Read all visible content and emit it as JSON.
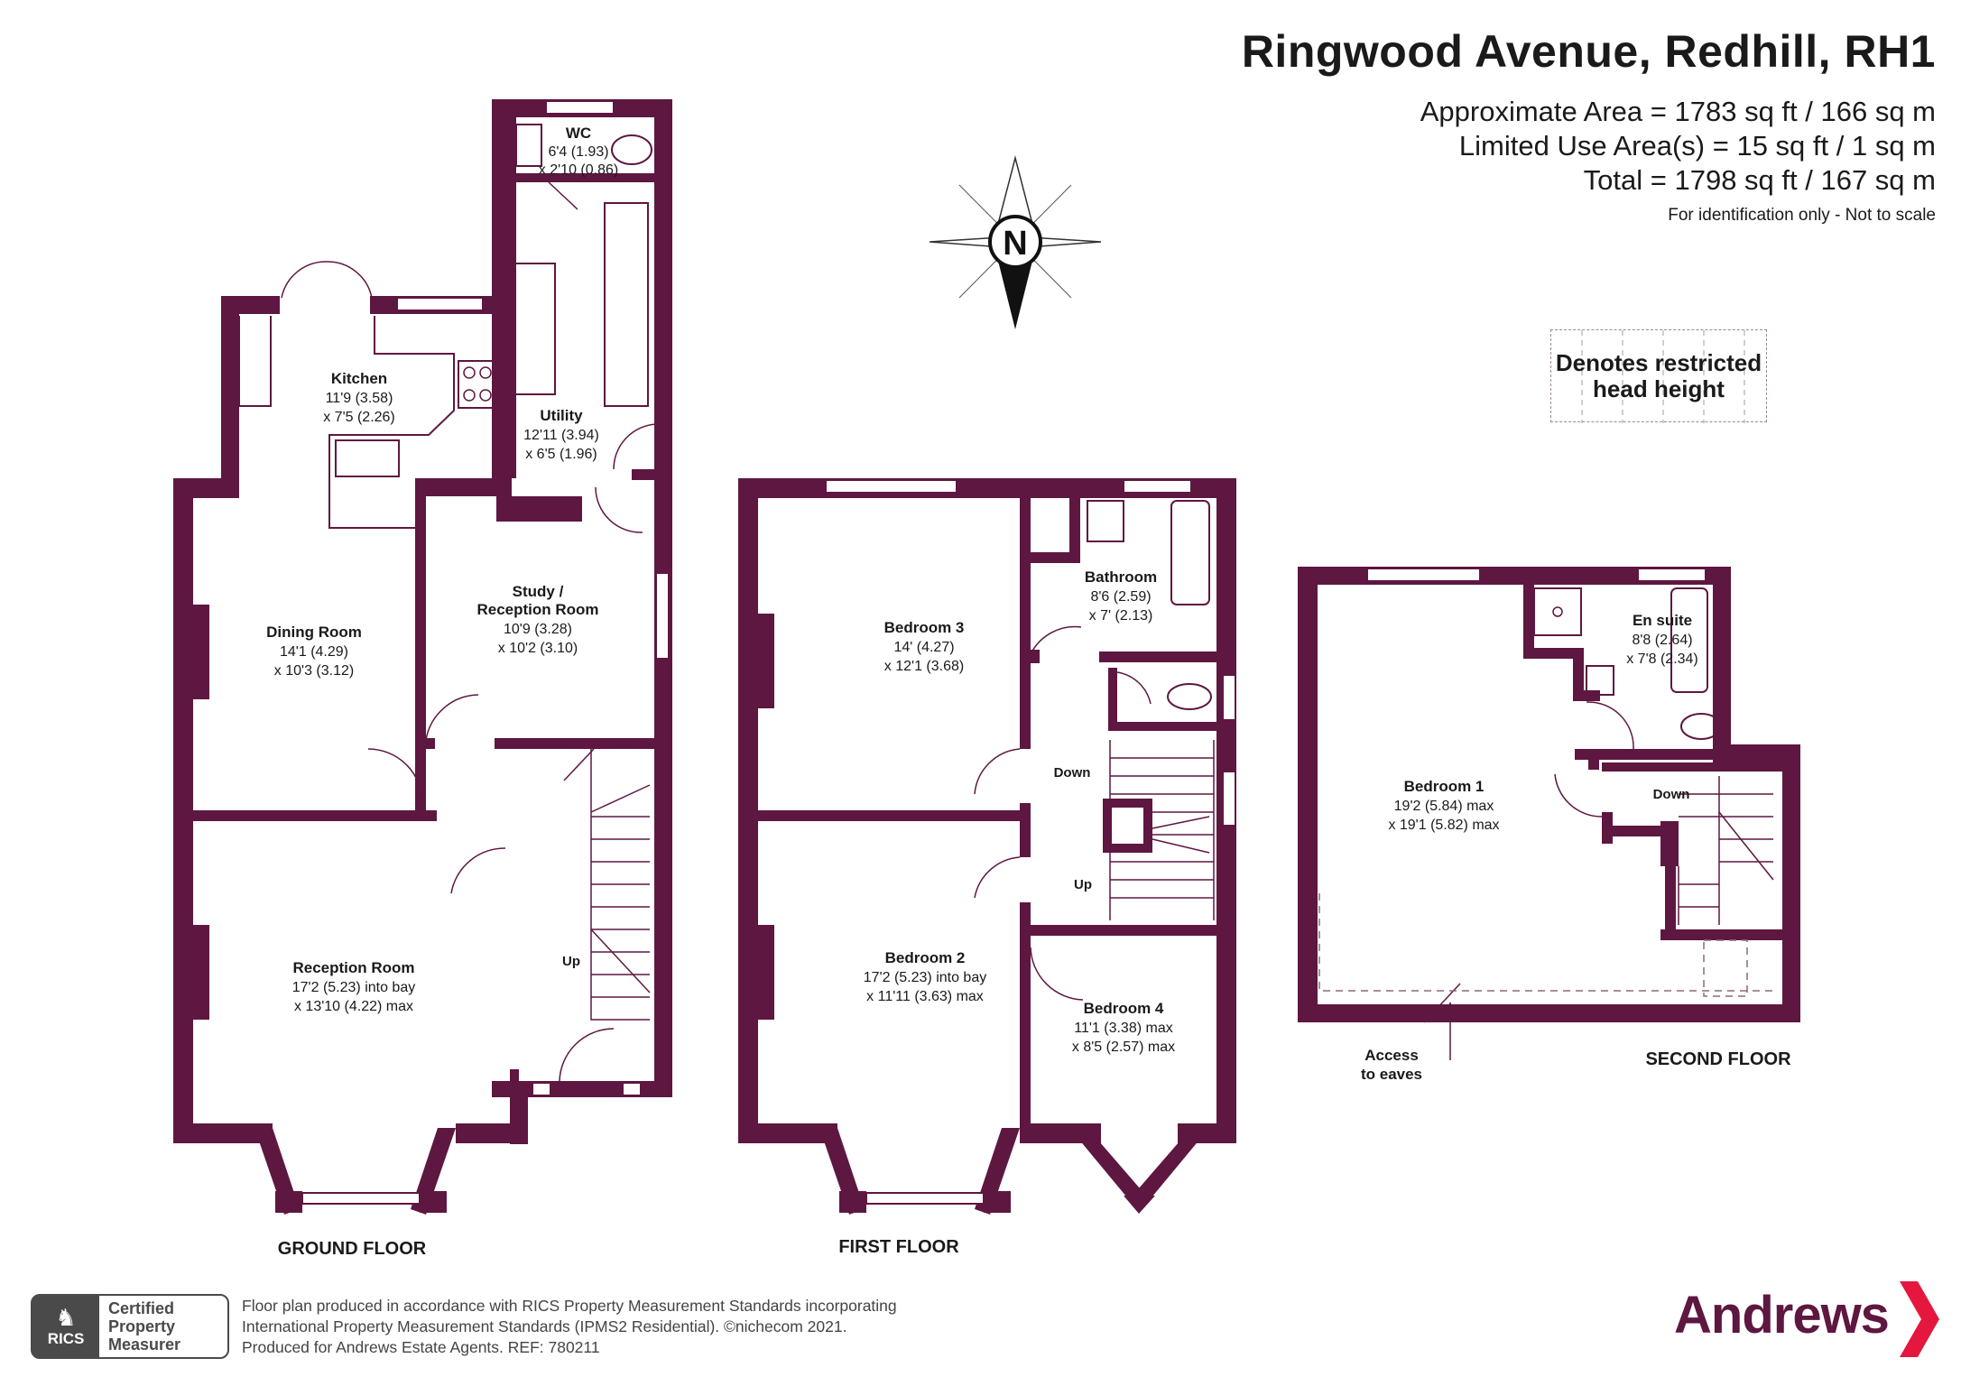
{
  "header": {
    "title": "Ringwood Avenue, Redhill, RH1",
    "approximate_area": "Approximate Area = 1783 sq ft / 166 sq m",
    "limited_use_area": "Limited Use Area(s) = 15 sq ft / 1 sq m",
    "total": "Total = 1798 sq ft / 167 sq m",
    "disclaimer": "For identification only - Not to scale"
  },
  "compass": {
    "label": "N"
  },
  "legend": {
    "line1": "Denotes restricted",
    "line2": "head height"
  },
  "floors": {
    "ground": "GROUND FLOOR",
    "first": "FIRST FLOOR",
    "second": "SECOND FLOOR"
  },
  "rooms": {
    "wc": {
      "name": "WC",
      "dim1": "6'4 (1.93)",
      "dim2": "x 2'10 (0.86)"
    },
    "kitchen": {
      "name": "Kitchen",
      "dim1": "11'9 (3.58)",
      "dim2": "x 7'5 (2.26)"
    },
    "utility": {
      "name": "Utility",
      "dim1": "12'11 (3.94)",
      "dim2": "x 6'5 (1.96)"
    },
    "dining": {
      "name": "Dining Room",
      "dim1": "14'1 (4.29)",
      "dim2": "x 10'3 (3.12)"
    },
    "study": {
      "name1": "Study /",
      "name2": "Reception Room",
      "dim1": "10'9 (3.28)",
      "dim2": "x 10'2 (3.10)"
    },
    "reception": {
      "name": "Reception Room",
      "dim1": "17'2 (5.23) into bay",
      "dim2": "x 13'10 (4.22) max"
    },
    "bedroom3": {
      "name": "Bedroom 3",
      "dim1": "14' (4.27)",
      "dim2": "x 12'1 (3.68)"
    },
    "bathroom": {
      "name": "Bathroom",
      "dim1": "8'6 (2.59)",
      "dim2": "x 7' (2.13)"
    },
    "bedroom2": {
      "name": "Bedroom 2",
      "dim1": "17'2 (5.23) into bay",
      "dim2": "x 11'11 (3.63) max"
    },
    "bedroom4": {
      "name": "Bedroom 4",
      "dim1": "11'1 (3.38) max",
      "dim2": "x 8'5 (2.57) max"
    },
    "bedroom1": {
      "name": "Bedroom 1",
      "dim1": "19'2 (5.84) max",
      "dim2": "x 19'1 (5.82) max"
    },
    "ensuite": {
      "name": "En suite",
      "dim1": "8'8 (2.64)",
      "dim2": "x 7'8 (2.34)"
    }
  },
  "stairs": {
    "up": "Up",
    "down": "Down"
  },
  "eaves": {
    "line1": "Access",
    "line2": "to eaves"
  },
  "rics": {
    "mark": "RICS",
    "line1": "Certified",
    "line2": "Property",
    "line3": "Measurer"
  },
  "footer": {
    "line1": "Floor plan produced in accordance with RICS Property Measurement Standards incorporating",
    "line2": "International Property Measurement Standards (IPMS2 Residential).   ©nichecom 2021.",
    "line3": "Produced for Andrews Estate Agents.   REF:   780211"
  },
  "brand": {
    "name": "Andrews",
    "color": "#5e1740",
    "accent": "#e5173f"
  },
  "colors": {
    "wall": "#5e1740"
  }
}
